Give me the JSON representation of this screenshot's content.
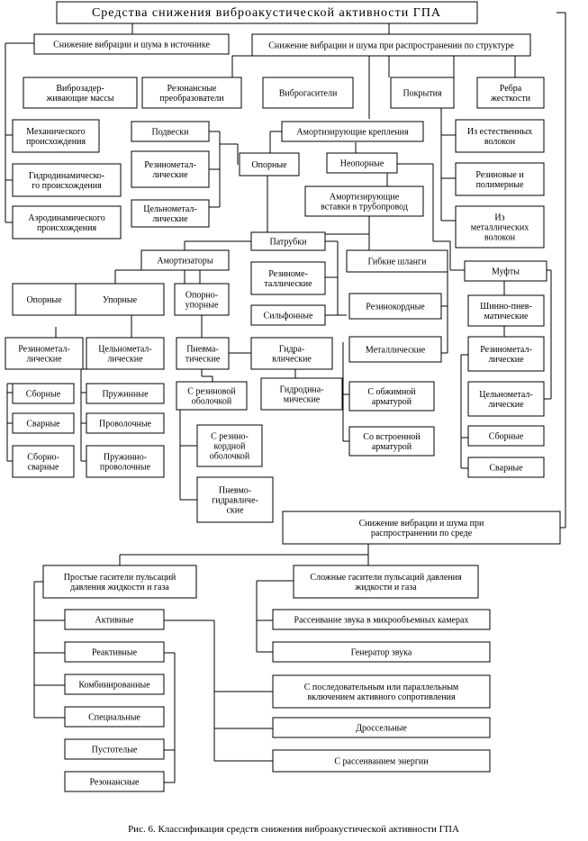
{
  "title": "Средства снижения виброакустической активности ГПА",
  "caption": "Рис. 6. Классификация средств снижения виброакустической активности ГПА",
  "nodes": {
    "source": "Снижение вибрации и шума в источнике",
    "structure": "Снижение вибрации и шума при распространении по структуре",
    "vibrodamp_mass": [
      "Виброзадер-",
      "живающие массы"
    ],
    "resonance_conv": [
      "Резонансные",
      "преобразователи"
    ],
    "vibroabsorbers": "Виброгасители",
    "coatings": "Покрытия",
    "stiff_ribs": [
      "Ребра",
      "жесткости"
    ],
    "mech_origin": [
      "Механического",
      "происхождения"
    ],
    "hydro_origin": [
      "Гидродинамическо-",
      "го происхождения"
    ],
    "aero_origin": [
      "Аэродинамического",
      "происхождения"
    ],
    "suspensions": "Подвески",
    "damping_fasteners": "Амортизирующие крепления",
    "rubber_metal_1": [
      "Резинометал-",
      "лические"
    ],
    "all_metal_1": [
      "Цельнометал-",
      "лические"
    ],
    "support": "Опорные",
    "nonsupport": "Неопорные",
    "natural_fibers": [
      "Из естественных",
      "волокон"
    ],
    "rubber_polymer": [
      "Резиновые и",
      "полимерные"
    ],
    "metal_fibers": [
      "Из",
      "металлических",
      "волокон"
    ],
    "pipe_inserts": [
      "Амортизирующие",
      "вставки в трубопровод"
    ],
    "nozzles": "Патрубки",
    "rubber_metal_2": [
      "Резиноме-",
      "таллические"
    ],
    "bellows": "Сильфонные",
    "flex_hoses": "Гибкие шланги",
    "couplings": "Муфты",
    "tire_pneumatic": [
      "Шинно-пнев-",
      "матические"
    ],
    "rubber_metal_3": [
      "Резинометал-",
      "лические"
    ],
    "all_metal_3": [
      "Цельнометал-",
      "лические"
    ],
    "assembled": "Сборные",
    "welded": "Сварные",
    "shock_absorbers": "Амортизаторы",
    "sa_support": "Опорные",
    "sa_thrust": "Упорные",
    "sa_support_thrust": [
      "Опорно-",
      "упорные"
    ],
    "sa_rubber_metal": [
      "Резинометал-",
      "лические"
    ],
    "sa_all_metal": [
      "Цельнометал-",
      "лические"
    ],
    "pneumatic": [
      "Пневма-",
      "тические"
    ],
    "hydraulic": [
      "Гидра-",
      "влические"
    ],
    "hydrodynamic": [
      "Гидродина-",
      "мические"
    ],
    "rubber_cord": "Резинокордные",
    "metallic": "Металлические",
    "crimp_armature": [
      "С обжимной",
      "арматурой"
    ],
    "built_armature": [
      "Со встроенной",
      "арматурой"
    ],
    "rm_assembled": "Сборные",
    "rm_welded": "Сварные",
    "rm_assembled_welded": [
      "Сборно-",
      "сварные"
    ],
    "springs": "Пружинные",
    "wire": "Проволочные",
    "spring_wire": [
      "Пружинно-",
      "проволочные"
    ],
    "rubber_shell": [
      "С резиновой",
      "оболочкой"
    ],
    "rubber_cord_shell": [
      "С резино-",
      "кордной",
      "оболочкой"
    ],
    "pneumohydraulic": [
      "Пневмо-",
      "гидравличе-",
      "ские"
    ],
    "medium": [
      "Снижение вибрации и шума при",
      "распространении по среде"
    ],
    "simple_dampers": [
      "Простые гасители пульсаций",
      "давления жидкости и газа"
    ],
    "complex_dampers": [
      "Сложные гасители пульсаций давления",
      "жидкости и газа"
    ],
    "active": "Активные",
    "reactive": "Реактивные",
    "combined": "Комбинированные",
    "special": "Специальные",
    "hollow": "Пустотелые",
    "resonant": "Резонансные",
    "sound_dispersion": "Рассеивание звука в микрообъемных камерах",
    "sound_generator": "Генератор звука",
    "series_parallel": [
      "С последовательным или параллельным",
      "включением активного сопротивления"
    ],
    "throttle": "Дроссельные",
    "energy_dissipation": "С рассеиванием энергии"
  }
}
